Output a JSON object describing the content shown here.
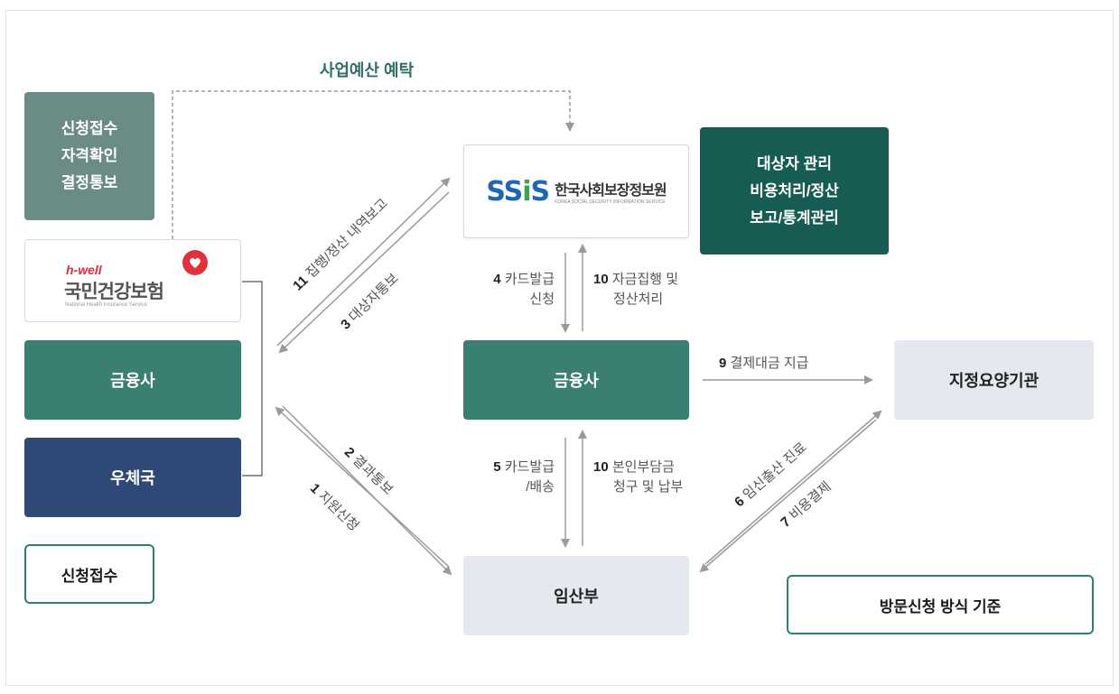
{
  "top_label": "사업예산 예탁",
  "left": {
    "gray_box": [
      "신청접수",
      "자격확인",
      "결정통보"
    ],
    "nhis_logo": {
      "wordmark": "h-well",
      "korean": "국민건강보험",
      "english": "National Health Insurance Service"
    },
    "finance_box": "금융사",
    "post_box": "우체국",
    "apply_box": "신청접수"
  },
  "center": {
    "ssis_logo": {
      "mark": "SSiS",
      "korean": "한국사회보장정보원",
      "english": "KOREA SOCIAL SECURITY INFORMATION SERVICE"
    },
    "finance_box": "금융사",
    "mother_box": "임산부"
  },
  "right": {
    "manage_box": [
      "대상자 관리",
      "비용처리/정산",
      "보고/통계관리"
    ],
    "care_box": "지정요양기관",
    "basis_box": "방문신청 방식 기준"
  },
  "steps": {
    "s11": {
      "num": "11",
      "text": "집행/정산 내역보고"
    },
    "s3": {
      "num": "3",
      "text": "대상자통보"
    },
    "s4": {
      "num": "4",
      "line1": "카드발급",
      "line2": "신청"
    },
    "s10a": {
      "num": "10",
      "line1": "자금집행 및",
      "line2": "정산처리"
    },
    "s9": {
      "num": "9",
      "text": "결제대금 지급"
    },
    "s2": {
      "num": "2",
      "text": "결과통보"
    },
    "s1": {
      "num": "1",
      "text": "지원신청"
    },
    "s5": {
      "num": "5",
      "line1": "카드발급",
      "line2": "/배송"
    },
    "s10b": {
      "num": "10",
      "line1": "본인부담금",
      "line2": "청구 및 납부"
    },
    "s6": {
      "num": "6",
      "text": "임신출산 진료"
    },
    "s7": {
      "num": "7",
      "text": "비용결제"
    }
  },
  "colors": {
    "gray_box": "#6b8b86",
    "teal": "#3a7f72",
    "navy": "#2f4977",
    "dark_green": "#165c52",
    "light": "#e5e9ef",
    "arrow": "#9a9a9a",
    "ssis_blue": "#1f67b1",
    "ssis_green": "#2fa84f",
    "nhis_red": "#e0323c"
  }
}
